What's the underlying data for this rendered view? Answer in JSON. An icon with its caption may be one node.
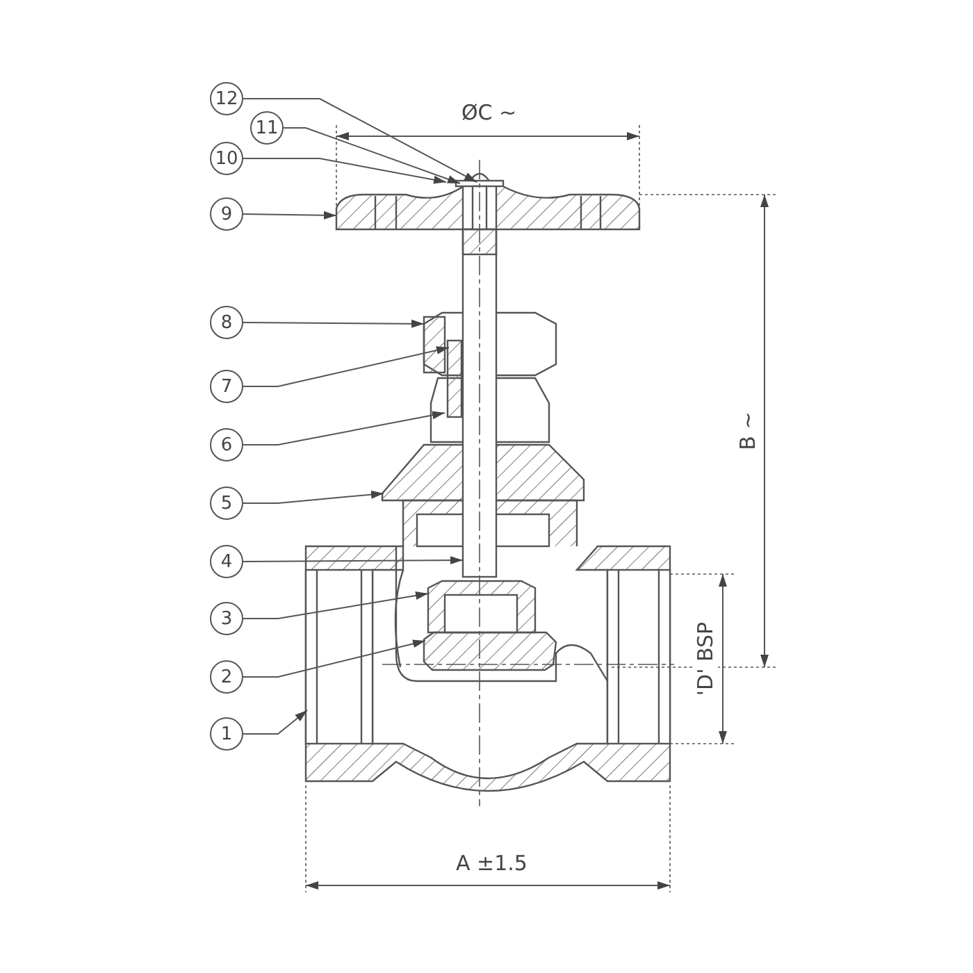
{
  "diagram": {
    "nodes": [
      {
        "text": [
          "12"
        ]
      },
      {
        "text": [
          "11"
        ]
      },
      {
        "text": [
          "10"
        ]
      },
      {
        "text": [
          "9"
        ]
      },
      {
        "text": [
          "8"
        ]
      },
      {
        "text": [
          "7"
        ]
      },
      {
        "text": [
          "6"
        ]
      },
      {
        "text": [
          "5"
        ]
      },
      {
        "text": [
          "4"
        ]
      },
      {
        "text": [
          "3"
        ]
      },
      {
        "text": [
          "2"
        ]
      },
      {
        "text": [
          "1"
        ]
      }
    ],
    "edges": [
      {
        "from": 0,
        "to": null,
        "arrow": "to"
      },
      {
        "from": 1,
        "to": null,
        "arrow": "to"
      },
      {
        "from": 2,
        "to": null,
        "arrow": "to"
      },
      {
        "from": 3,
        "to": null,
        "arrow": "to"
      },
      {
        "from": 4,
        "to": null,
        "arrow": "to"
      },
      {
        "from": 5,
        "to": null,
        "arrow": "to"
      },
      {
        "from": 6,
        "to": null,
        "arrow": "to"
      },
      {
        "from": 7,
        "to": null,
        "arrow": "to"
      },
      {
        "from": 8,
        "to": null,
        "arrow": "to"
      },
      {
        "from": 9,
        "to": null,
        "arrow": "to"
      },
      {
        "from": 10,
        "to": null,
        "arrow": "to"
      },
      {
        "from": 11,
        "to": null,
        "arrow": "to"
      }
    ],
    "labels": [
      "ØC ~",
      "B ~",
      "'D' BSP",
      "A ±1.5"
    ]
  }
}
